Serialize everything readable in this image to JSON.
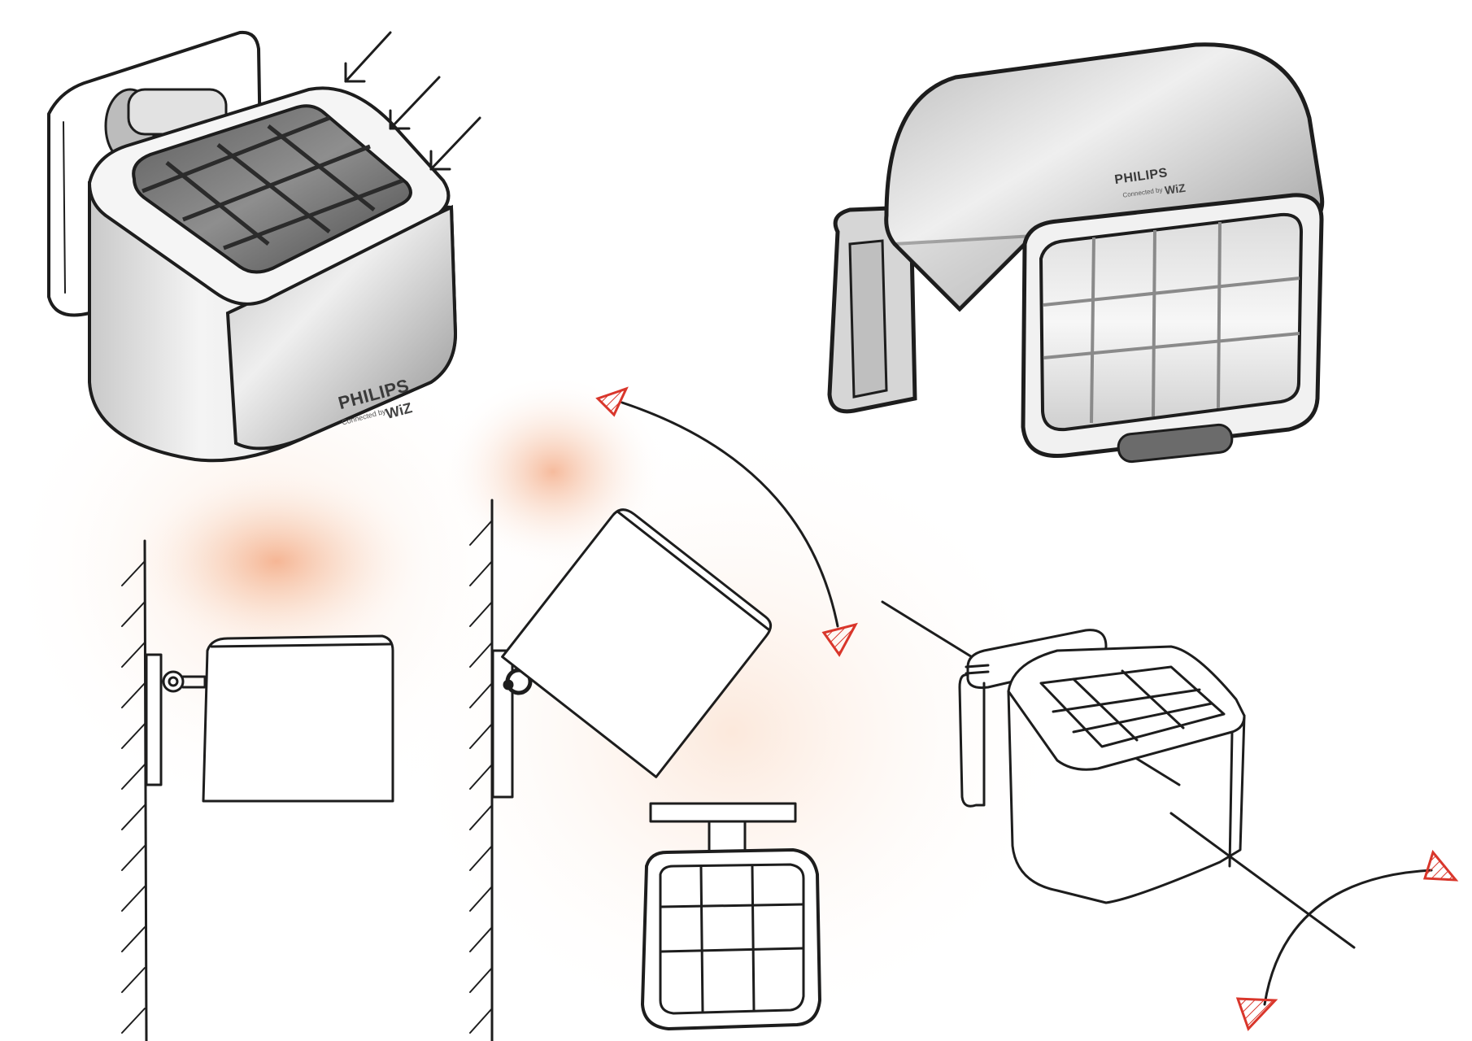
{
  "sketches": [
    {
      "id": "top-left-view",
      "brand": "PHILIPS",
      "sub_label": "Connected by",
      "wiz_label": "WiZ"
    },
    {
      "id": "top-right-view",
      "brand": "PHILIPS",
      "sub_label": "Connected by",
      "wiz_label": "WiZ"
    }
  ],
  "colors": {
    "ink": "#1d1d1d",
    "glow": "#f3a47c",
    "accent_arrow": "#d9362b",
    "body_gray": "#9a9a9a"
  },
  "icons": [
    "sun-arrows",
    "rotation-arrow",
    "red-triangle-arrowhead"
  ]
}
